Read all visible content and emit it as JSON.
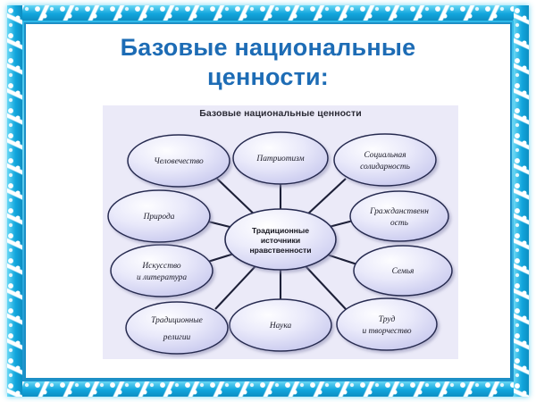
{
  "slide": {
    "title_line1": "Базовые национальные",
    "title_line2": "ценности:",
    "title_color": "#1d6cb5",
    "background": "#ffffff",
    "frame_color": "#1fb4e6"
  },
  "diagram": {
    "heading": "Базовые национальные ценности",
    "background": "#ebeaf8",
    "node_fill": "#d7d7f2",
    "node_stroke": "#262b50",
    "connector_color": "#1d2038",
    "center": {
      "line1": "Традиционные",
      "line2": "источники",
      "line3": "нравственности"
    },
    "nodes": [
      {
        "id": "humanity",
        "line1": "Человечество",
        "line2": ""
      },
      {
        "id": "patriotism",
        "line1": "Патриотизм",
        "line2": ""
      },
      {
        "id": "solidarity",
        "line1": "Социальная",
        "line2": "солидарность"
      },
      {
        "id": "citizenship",
        "line1": "Гражданственн",
        "line2": "ость"
      },
      {
        "id": "family",
        "line1": "Семья",
        "line2": ""
      },
      {
        "id": "labour",
        "line1": "Труд",
        "line2": "и творчество"
      },
      {
        "id": "science",
        "line1": "Наука",
        "line2": ""
      },
      {
        "id": "religions",
        "line1": "Традиционные",
        "line2": "религии"
      },
      {
        "id": "art",
        "line1": "Искусство",
        "line2": "и литература"
      },
      {
        "id": "nature",
        "line1": "Природа",
        "line2": ""
      }
    ]
  }
}
